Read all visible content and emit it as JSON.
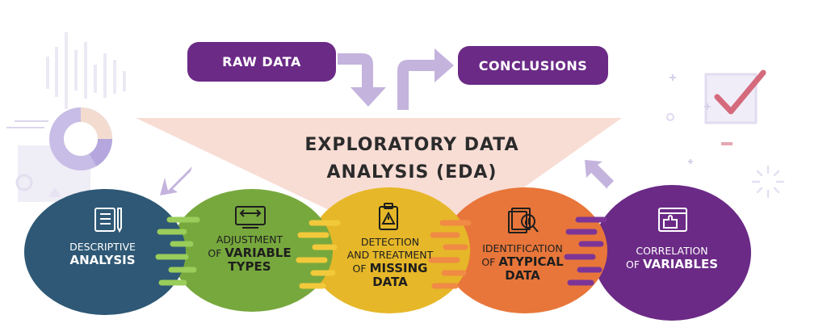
{
  "top": {
    "raw_data": "RAW DATA",
    "conclusions": "CONCLUSIONS"
  },
  "title": {
    "line1": "EXPLORATORY DATA",
    "line2": "ANALYSIS (EDA)"
  },
  "stages": [
    {
      "line1_light": "DESCRIPTIVE",
      "line1_bold": "",
      "line2_light": "",
      "line2_bold": "ANALYSIS",
      "line3_light": "",
      "line3_bold": "",
      "color": "#2e5875",
      "icon": "checklist-icon"
    },
    {
      "line1_light": "ADJUSTMENT",
      "line1_bold": "",
      "line2_light": "OF ",
      "line2_bold": "VARIABLE",
      "line3_light": "",
      "line3_bold": "TYPES",
      "color": "#77a83d",
      "icon": "adjust-arrows-icon"
    },
    {
      "line1_light": "DETECTION",
      "line1_bold": "",
      "line2_light": "AND TREATMENT",
      "line2_bold": "",
      "line3_light": "OF ",
      "line3_bold": "MISSING",
      "line4_bold": "DATA",
      "color": "#e6b728",
      "icon": "warning-clipboard-icon"
    },
    {
      "line1_light": "IDENTIFICATION",
      "line1_bold": "",
      "line2_light": "OF ",
      "line2_bold": "ATYPICAL",
      "line3_light": "",
      "line3_bold": "DATA",
      "color": "#e8763a",
      "icon": "magnifier-chart-icon"
    },
    {
      "line1_light": "CORRELATION",
      "line1_bold": "",
      "line2_light": "OF ",
      "line2_bold": "VARIABLES",
      "line3_light": "",
      "line3_bold": "",
      "color": "#6b2a86",
      "icon": "puzzle-icon"
    }
  ],
  "colors": {
    "purple": "#6b2a86",
    "arrow": "#c4b3dd",
    "funnel": "#f8ddd5",
    "decor": "#e8e3f3"
  }
}
